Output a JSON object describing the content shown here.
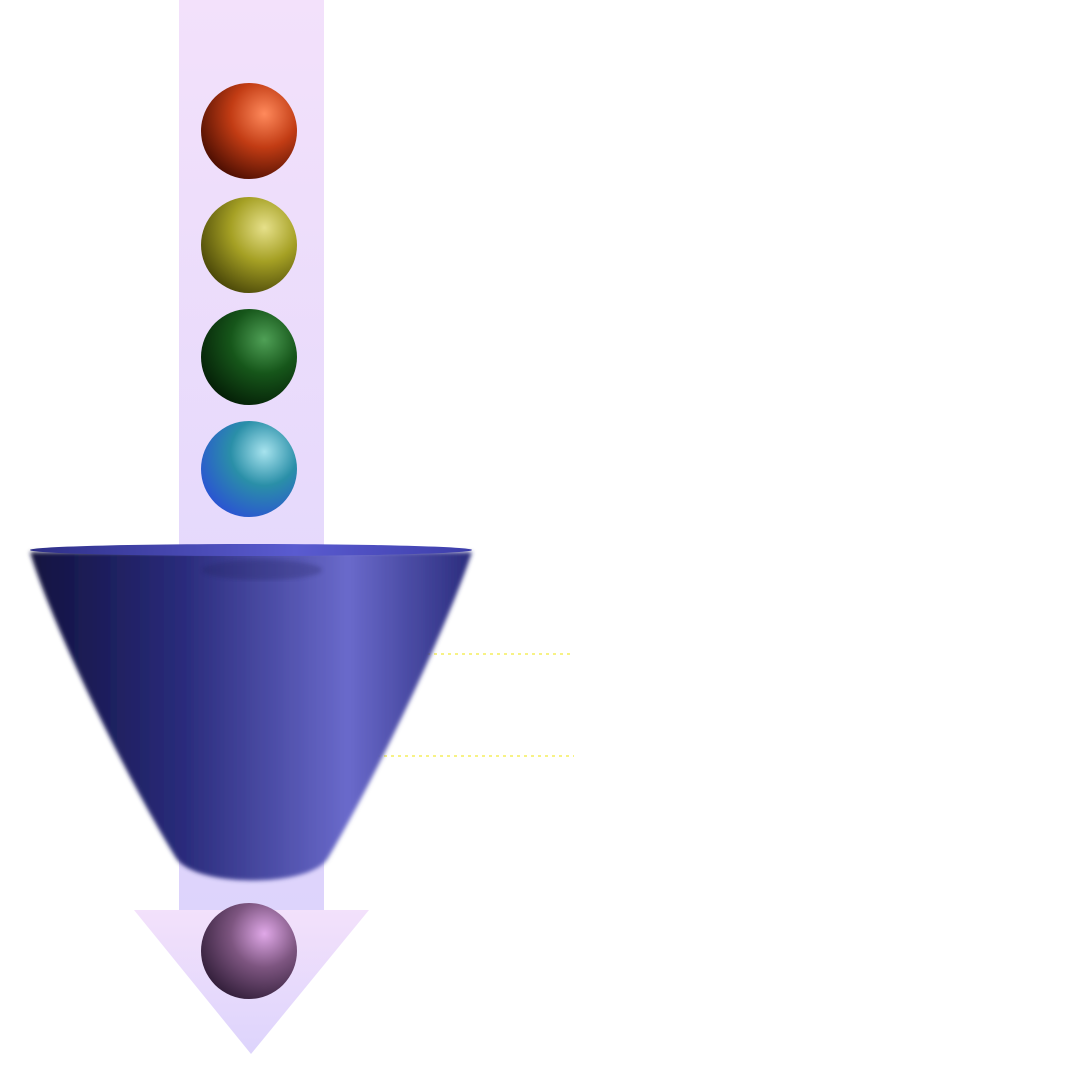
{
  "colors": {
    "background": "#ffffff",
    "arrow_top": "#f3e1fb",
    "arrow_bottom": "#ddd4fc",
    "funnel_dark": "#12123f",
    "funnel_mid": "#2a2c7c",
    "funnel_light": "#6a6acb",
    "leader_line": "#f2ea3c"
  },
  "input_balls": [
    {
      "name": "red-sphere",
      "color": "#c23c14",
      "highlight": "#ff8a5c",
      "shadow": "#420a00"
    },
    {
      "name": "olive-sphere",
      "color": "#a5a024",
      "highlight": "#e6e08a",
      "shadow": "#423f06"
    },
    {
      "name": "green-sphere",
      "color": "#16561a",
      "highlight": "#4fa056",
      "shadow": "#031a05"
    },
    {
      "name": "teal-blue-sphere",
      "color": "#2a8fa8",
      "highlight": "#a7e3ee",
      "shadow": "#2a4fd6"
    }
  ],
  "output_ball": {
    "name": "purple-sphere",
    "color": "#7d5580",
    "highlight": "#e0a8e8",
    "shadow": "#2c1a34"
  },
  "leader_lines": [
    {
      "name": "leader-line-upper"
    },
    {
      "name": "leader-line-lower"
    }
  ]
}
